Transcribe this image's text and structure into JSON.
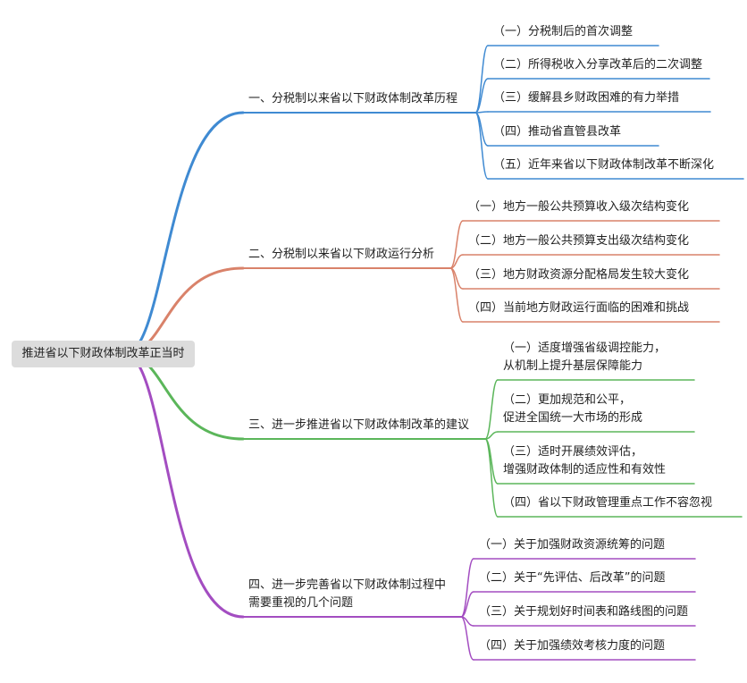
{
  "root": "推进省以下财政体制改革正当时",
  "colors": {
    "blue": "#3f8ad2",
    "orange": "#d9826a",
    "green": "#5bb65a",
    "purple": "#a34dc1"
  },
  "branches": [
    {
      "label": [
        "一、分税制以来省以下财政体制改革历程"
      ],
      "color": "blue",
      "children": [
        [
          "（一）分税制后的首次调整"
        ],
        [
          "（二）所得税收入分享改革后的二次调整"
        ],
        [
          "（三）缓解县乡财政困难的有力举措"
        ],
        [
          "（四）推动省直管县改革"
        ],
        [
          "（五）近年来省以下财政体制改革不断深化"
        ]
      ]
    },
    {
      "label": [
        "二、分税制以来省以下财政运行分析"
      ],
      "color": "orange",
      "children": [
        [
          "（一）地方一般公共预算收入级次结构变化"
        ],
        [
          "（二）地方一般公共预算支出级次结构变化"
        ],
        [
          "（三）地方财政资源分配格局发生较大变化"
        ],
        [
          "（四）当前地方财政运行面临的困难和挑战"
        ]
      ]
    },
    {
      "label": [
        "三、进一步推进省以下财政体制改革的建议"
      ],
      "color": "green",
      "children": [
        [
          "（一）适度增强省级调控能力，",
          "从机制上提升基层保障能力"
        ],
        [
          "（二）更加规范和公平，",
          "促进全国统一大市场的形成"
        ],
        [
          "（三）适时开展绩效评估，",
          "增强财政体制的适应性和有效性"
        ],
        [
          "（四）省以下财政管理重点工作不容忽视"
        ]
      ]
    },
    {
      "label": [
        "四、进一步完善省以下财政体制过程中",
        "需要重视的几个问题"
      ],
      "color": "purple",
      "children": [
        [
          "（一）关于加强财政资源统筹的问题"
        ],
        [
          "（二）关于“先评估、后改革”的问题"
        ],
        [
          "（三）关于规划好时间表和路线图的问题"
        ],
        [
          "（四）关于加强绩效考核力度的问题"
        ]
      ]
    }
  ]
}
